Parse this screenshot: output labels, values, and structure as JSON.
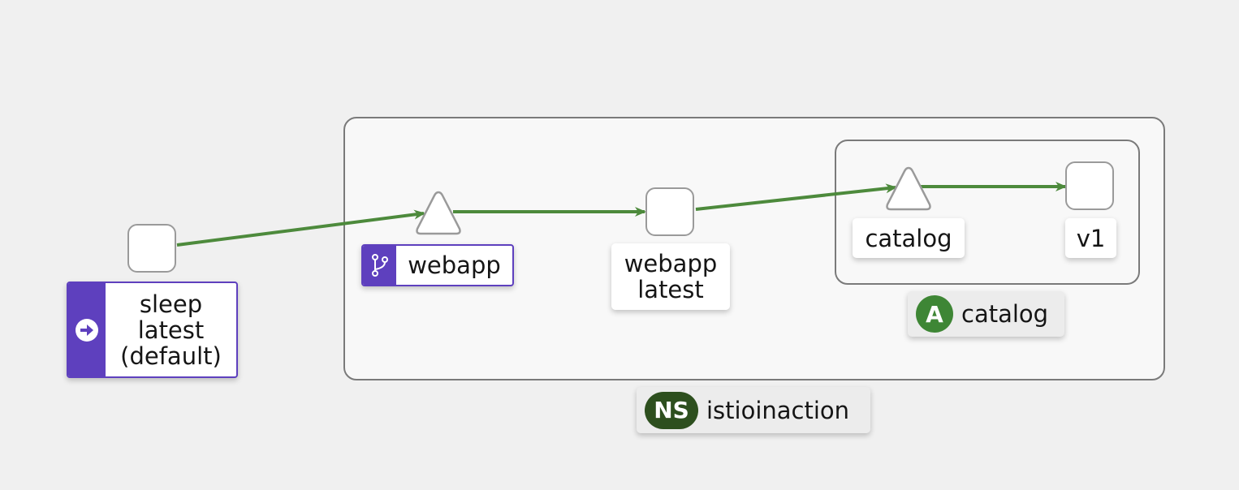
{
  "colors": {
    "edge": "#4d8a3c",
    "badge_purple": "#5e40be",
    "app_badge": "#3e8635",
    "ns_badge": "#2d4f1e",
    "background": "#f0f0f0"
  },
  "namespace_group": {
    "badge": "NS",
    "name": "istioinaction"
  },
  "app_group": {
    "badge": "A",
    "name": "catalog"
  },
  "nodes": {
    "sleep": {
      "line1": "sleep",
      "line2": "latest",
      "line3": "(default)",
      "icon": "arrow-circle-right-icon"
    },
    "webapp_service": {
      "label": "webapp",
      "icon": "branch-icon"
    },
    "webapp_workload": {
      "line1": "webapp",
      "line2": "latest"
    },
    "catalog_service": {
      "label": "catalog"
    },
    "catalog_v1": {
      "label": "v1"
    }
  }
}
